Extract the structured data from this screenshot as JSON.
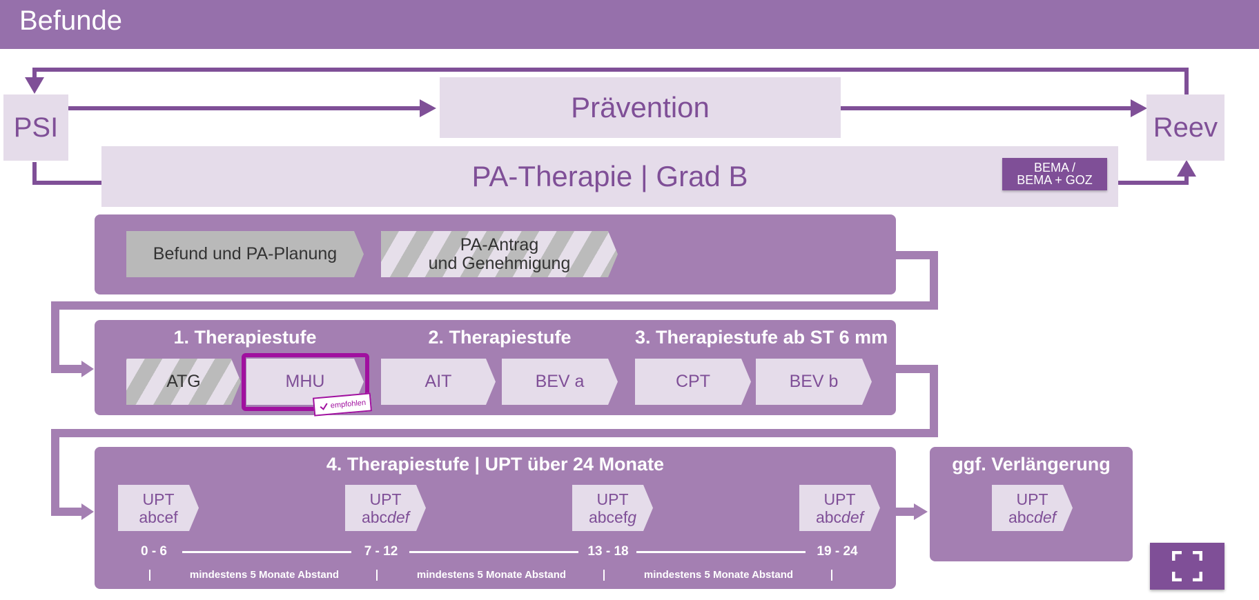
{
  "header": {
    "title": "Befunde"
  },
  "flow": {
    "psi": "PSI",
    "reev": "Reev",
    "praevention": "Prävention",
    "pa_therapie": "PA-Therapie | Grad B",
    "billing_badge_line1": "BEMA /",
    "billing_badge_line2": "BEMA + GOZ"
  },
  "planning": {
    "befund": "Befund und PA-Planung",
    "antrag_line1": "PA-Antrag",
    "antrag_line2": "und Genehmigung"
  },
  "stages": {
    "stage1": {
      "title": "1. Therapiestufe",
      "items": [
        "ATG",
        "MHU"
      ]
    },
    "stage2": {
      "title": "2. Therapiestufe",
      "items": [
        "AIT",
        "BEV a"
      ]
    },
    "stage3": {
      "title": "3. Therapiestufe ab ST 6 mm",
      "items": [
        "CPT",
        "BEV b"
      ]
    },
    "recommended_badge": "empfohlen"
  },
  "upt": {
    "title": "4. Therapiestufe | UPT über 24 Monate",
    "items": [
      {
        "label": "UPT",
        "prefix": "abcef",
        "italic": ""
      },
      {
        "label": "UPT",
        "prefix": "abc",
        "italic": "def"
      },
      {
        "label": "UPT",
        "prefix": "abcef",
        "italic": "g"
      },
      {
        "label": "UPT",
        "prefix": "abc",
        "italic": "def"
      }
    ],
    "timeline": [
      "0 - 6",
      "7 - 12",
      "13 - 18",
      "19 - 24"
    ],
    "gap_note": "mindestens 5 Monate Abstand"
  },
  "extension": {
    "title": "ggf. Verlängerung",
    "item": {
      "label": "UPT",
      "prefix": "abc",
      "italic": "def"
    }
  },
  "colors": {
    "purple_dark": "#7f4f97",
    "purple_panel": "#a47fb2",
    "purple_light": "#e5dcea",
    "highlight": "#a0109f",
    "grey": "#b9b9b9"
  },
  "icons": {
    "fullscreen": "fullscreen-icon",
    "check": "check-icon"
  }
}
